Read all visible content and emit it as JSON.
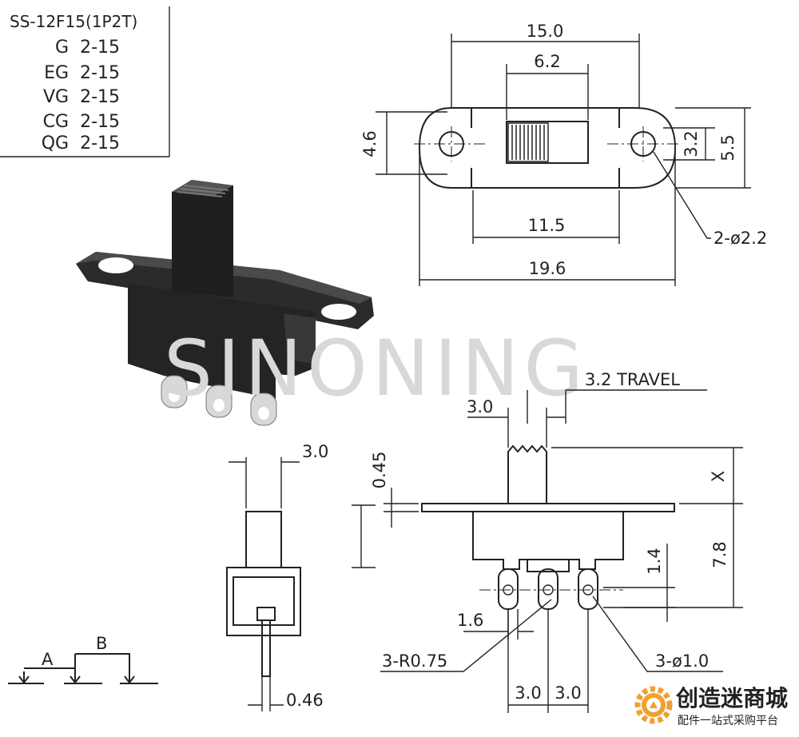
{
  "model": {
    "title": "SS-12F15(1P2T)",
    "variants": [
      "G  2-15",
      "EG  2-15",
      "VG  2-15",
      "CG  2-15",
      "QG  2-15"
    ]
  },
  "watermark": "SINONING",
  "top_view": {
    "dim_overall_slot": "15.0",
    "dim_actuator": "6.2",
    "dim_height_left": "4.6",
    "dim_hole_dia_v": "3.2",
    "dim_height_right": "5.5",
    "dim_hole_pitch": "11.5",
    "dim_total_length": "19.6",
    "hole_callout": "2-ø2.2"
  },
  "side_view": {
    "travel": "3.2 TRAVEL",
    "dim_actuator_w": "3.0",
    "dim_plate": "0.45",
    "dim_x": "X",
    "dim_terminal_h": "1.4",
    "dim_body_h": "7.8",
    "dim_terminal_w": "1.6",
    "radius_callout": "3-R0.75",
    "hole_callout": "3-ø1.0",
    "pitch_1": "3.0",
    "pitch_2": "3.0"
  },
  "end_view": {
    "dim_actuator_w": "3.0",
    "dim_pin": "0.46"
  },
  "schematic": {
    "a": "A",
    "b": "B"
  },
  "logo": {
    "name": "创造迷商城",
    "tagline": "配件一站式采购平台"
  },
  "colors": {
    "logo_orange": "#f0a030",
    "ink": "#222222",
    "photo_body": "#2b2b2b"
  }
}
